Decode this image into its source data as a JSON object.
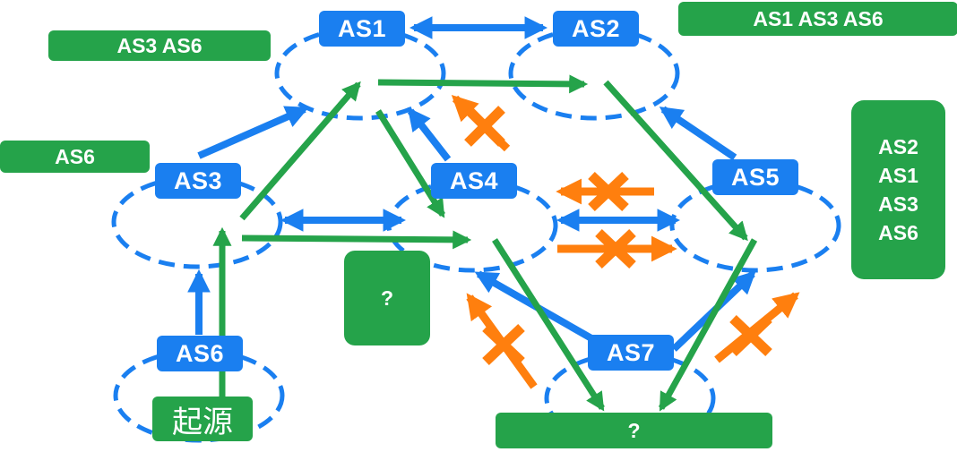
{
  "as_nodes": [
    {
      "id": "as1",
      "label": "AS1"
    },
    {
      "id": "as2",
      "label": "AS2"
    },
    {
      "id": "as3",
      "label": "AS3"
    },
    {
      "id": "as4",
      "label": "AS4"
    },
    {
      "id": "as5",
      "label": "AS5"
    },
    {
      "id": "as6",
      "label": "AS6"
    },
    {
      "id": "as7",
      "label": "AS7"
    }
  ],
  "path_boxes": {
    "as1_path": "AS3 AS6",
    "as2_path": "AS1 AS3 AS6",
    "as3_path": "AS6",
    "as4_path": "?",
    "as5_path": [
      "AS2",
      "AS1",
      "AS3",
      "AS6"
    ],
    "as7_path": "?"
  },
  "origin_label": "起源",
  "colors": {
    "as_blue": "#1a7ff0",
    "advert_green": "#25a34a",
    "blocked_orange": "#ff7f0e"
  }
}
